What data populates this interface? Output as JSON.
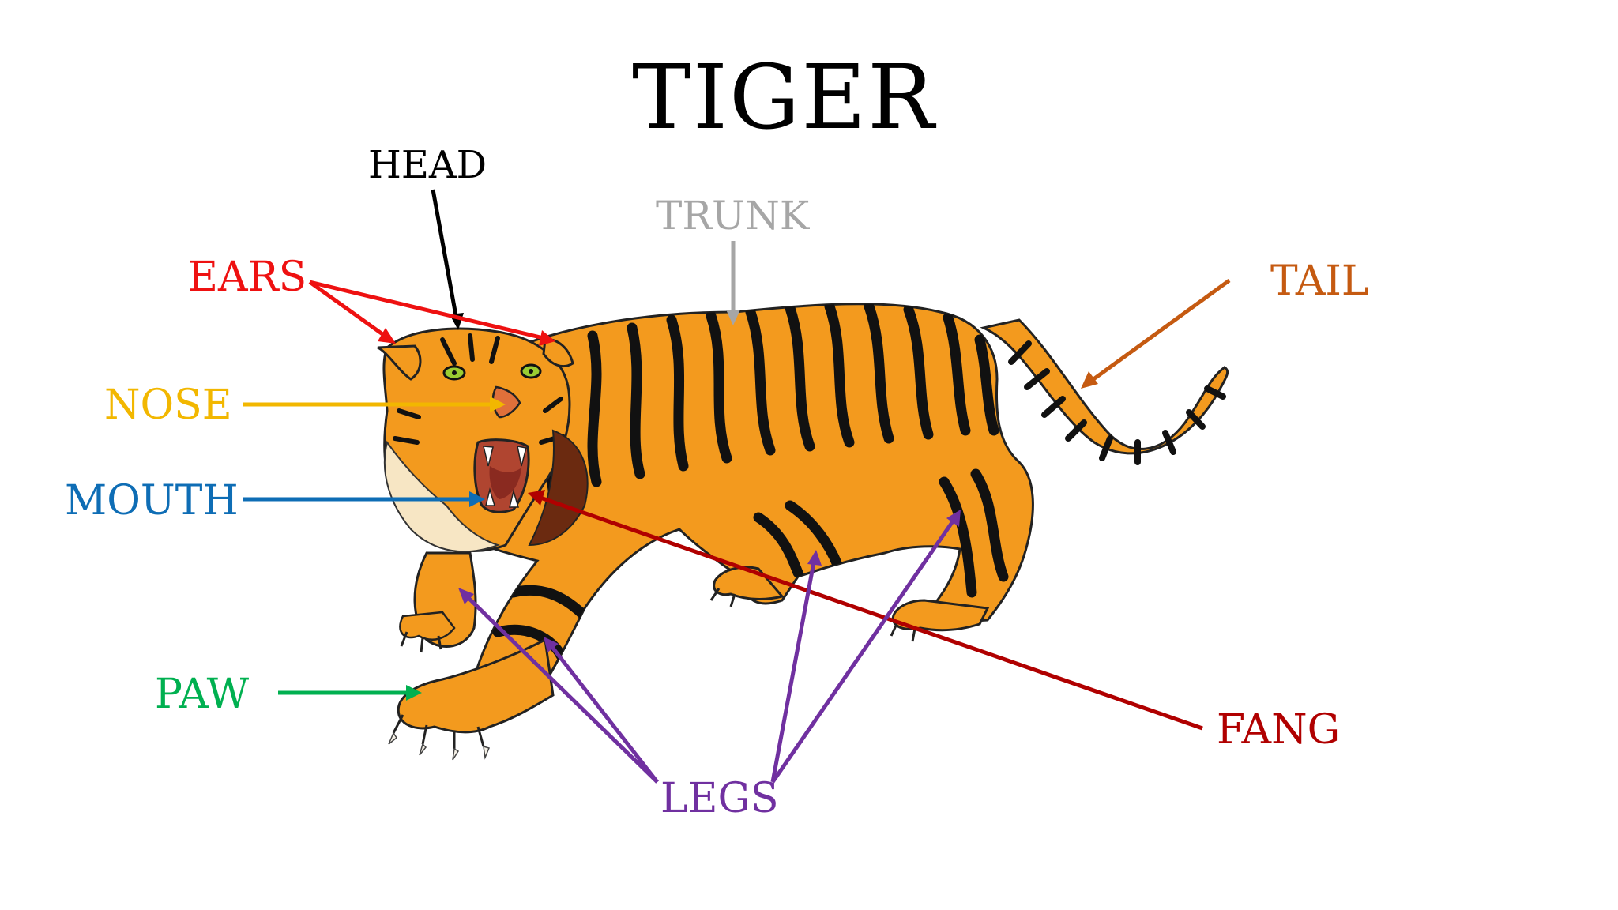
{
  "title": "TIGER",
  "labels": {
    "head": "HEAD",
    "trunk": "TRUNK",
    "ears": "EARS",
    "tail": "TAIL",
    "nose": "NOSE",
    "mouth": "MOUTH",
    "paw": "PAW",
    "fang": "FANG",
    "legs": "LEGS"
  },
  "colors": {
    "title": "#000000",
    "head": "#000000",
    "trunk": "#a6a6a6",
    "ears": "#ee1111",
    "tail": "#c55a11",
    "nose": "#f2b700",
    "mouth": "#0e6db5",
    "paw": "#00b050",
    "fang": "#b00000",
    "legs": "#7030a0",
    "tiger_fur": "#f39a1e",
    "tiger_stripes": "#111111",
    "tiger_belly": "#f7e6c4"
  }
}
